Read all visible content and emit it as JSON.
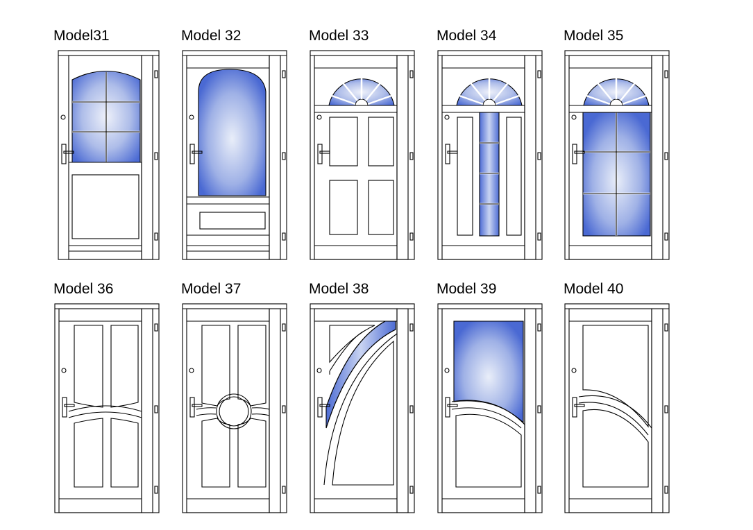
{
  "catalog": {
    "models": [
      {
        "label": "Model31"
      },
      {
        "label": "Model 32"
      },
      {
        "label": "Model 33"
      },
      {
        "label": "Model 34"
      },
      {
        "label": "Model 35"
      },
      {
        "label": "Model 36"
      },
      {
        "label": "Model 37"
      },
      {
        "label": "Model 38"
      },
      {
        "label": "Model 39"
      },
      {
        "label": "Model 40"
      }
    ]
  },
  "colors": {
    "glass_center": "#e6ebf7",
    "glass_edge": "#4f6fd6",
    "frame_line": "#000000",
    "background": "#ffffff"
  }
}
